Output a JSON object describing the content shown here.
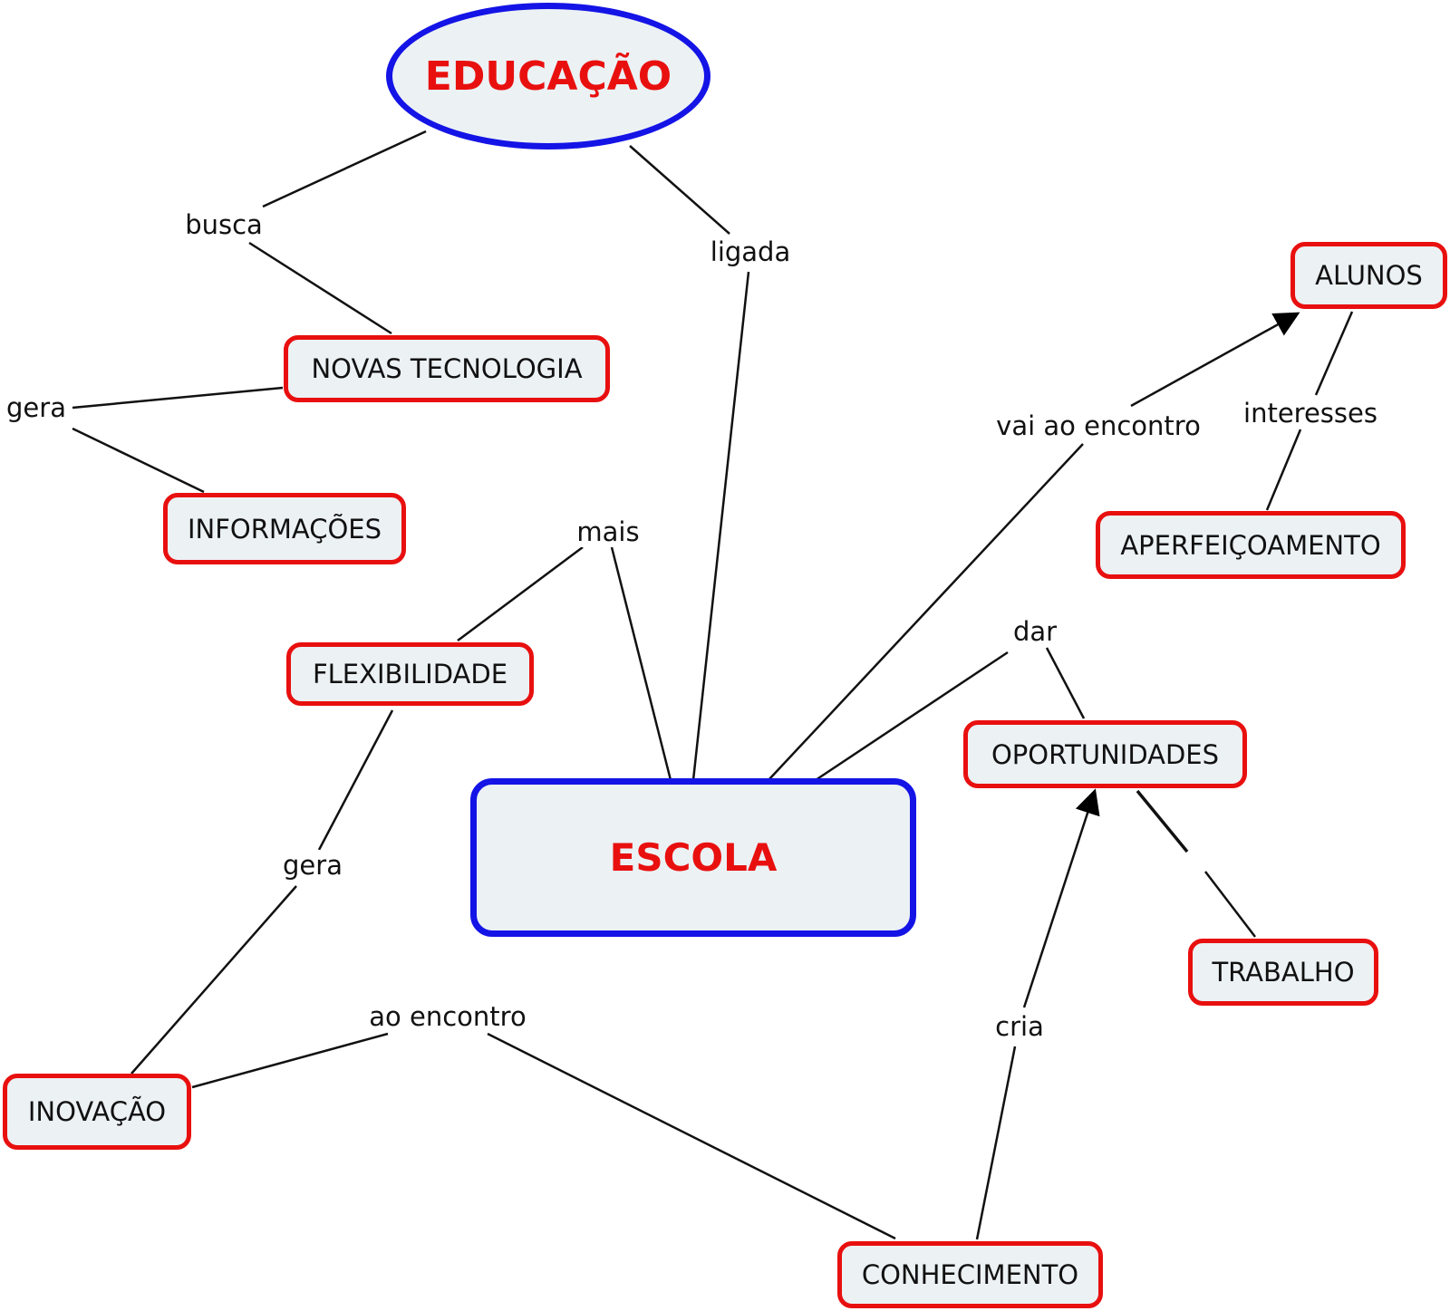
{
  "colors": {
    "main_border": "#1414e6",
    "concept_border": "#e8100f",
    "node_fill": "#ecf1f4",
    "main_text": "#e8100f",
    "line": "#111111"
  },
  "nodes": {
    "educacao": "EDUCAÇÃO",
    "escola": "ESCOLA",
    "novas_tecnologia": "NOVAS TECNOLOGIA",
    "informacoes": "INFORMAÇÕES",
    "flexibilidade": "FLEXIBILIDADE",
    "inovacao": "INOVAÇÃO",
    "alunos": "ALUNOS",
    "aperfeicoamento": "APERFEIÇOAMENTO",
    "oportunidades": "OPORTUNIDADES",
    "trabalho": "TRABALHO",
    "conhecimento": "CONHECIMENTO"
  },
  "links": {
    "busca": "busca",
    "ligada": "ligada",
    "gera_1": "gera",
    "mais": "mais",
    "gera_2": "gera",
    "ao_encontro": "ao encontro",
    "vai_ao_encontro": "vai ao encontro",
    "interesses": "interesses",
    "dar": "dar",
    "cria": "cria"
  }
}
